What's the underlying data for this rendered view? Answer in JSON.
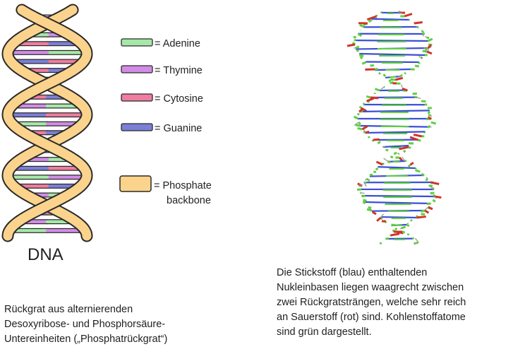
{
  "diagram": {
    "title": "DNA",
    "legend": [
      {
        "label": "= Adenine",
        "color": "#a6e8a8",
        "icon": "green-bar"
      },
      {
        "label": "= Thymine",
        "color": "#d28ce6",
        "icon": "purple-bar"
      },
      {
        "label": "= Cytosine",
        "color": "#ef7d9f",
        "icon": "pink-bar"
      },
      {
        "label": "= Guanine",
        "color": "#7c7fd6",
        "icon": "blue-bar"
      }
    ],
    "backbone": {
      "label_line1": "= Phosphate",
      "label_line2": "backbone",
      "color": "#fbd38c"
    }
  },
  "captions": {
    "left": [
      "Rückgrat aus alternierenden",
      "Desoxyribose- und Phosphorsäure-",
      "Untereinheiten („Phosphatrückgrat“)"
    ],
    "right": [
      "Die Stickstoff (blau) enthaltenden",
      "Nukleinbasen liegen waagrecht zwischen",
      "zwei Rückgratsträngen, welche sehr reich",
      "an Sauerstoff (rot) sind. Kohlenstoffatome",
      "sind grün dargestellt."
    ]
  },
  "colors": {
    "oxygen": "#d0342a",
    "carbon": "#5fcf3f",
    "nitrogen": "#3b4fd6",
    "hydrogen": "#f0f0f0"
  }
}
